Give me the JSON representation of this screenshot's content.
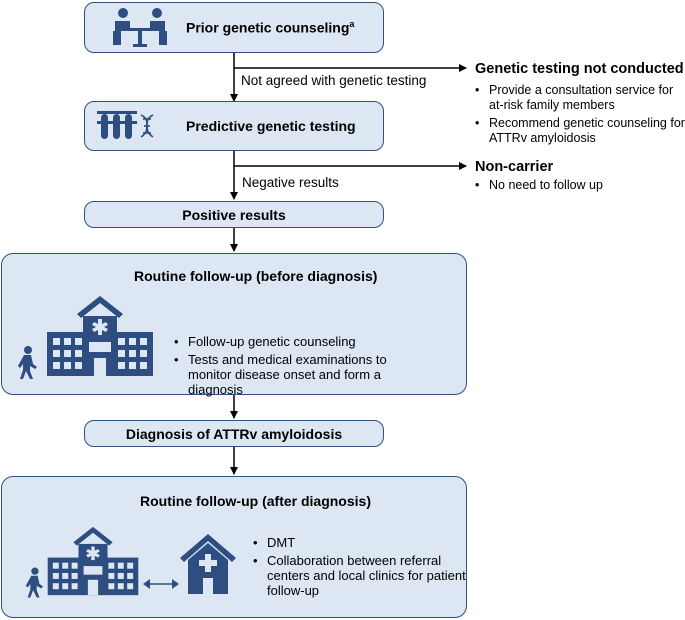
{
  "colors": {
    "box_fill": "#dce7f3",
    "box_border": "#32507a",
    "icon": "#2e4d80",
    "arrow": "#000000"
  },
  "prior_counseling": {
    "title": "Prior genetic counseling",
    "footnote": "a",
    "icon": "counseling-people-icon"
  },
  "not_agreed_label": "Not agreed with genetic testing",
  "not_conducted": {
    "title": "Genetic testing not conducted",
    "items": [
      "Provide a consultation service for at-risk family members",
      "Recommend genetic counseling for ATTRv amyloidosis"
    ]
  },
  "predictive_testing": {
    "title": "Predictive genetic testing",
    "icon": "test-tubes-dna-icon"
  },
  "negative_label": "Negative results",
  "non_carrier": {
    "title": "Non-carrier",
    "items": [
      "No need to follow up"
    ]
  },
  "positive_results": "Positive results",
  "followup_before": {
    "title": "Routine follow-up (before diagnosis)",
    "items": [
      "Follow-up genetic counseling",
      "Tests and medical examinations to monitor disease onset and form a diagnosis"
    ]
  },
  "diagnosis": "Diagnosis of ATTRv amyloidosis",
  "followup_after": {
    "title": "Routine follow-up (after diagnosis)",
    "items": [
      "DMT",
      "Collaboration between referral centers and local clinics for patient follow-up"
    ]
  }
}
